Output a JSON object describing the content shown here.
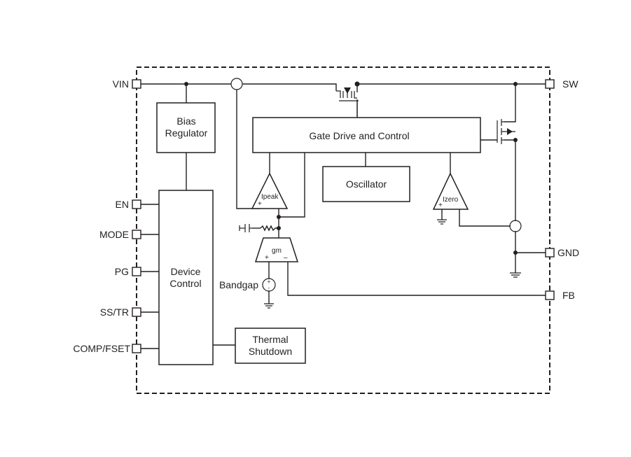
{
  "pins": {
    "vin": "VIN",
    "sw": "SW",
    "en": "EN",
    "mode": "MODE",
    "pg": "PG",
    "ss_tr": "SS/TR",
    "comp_fset": "COMP/FSET",
    "gnd": "GND",
    "fb": "FB"
  },
  "blocks": {
    "bias_regulator": [
      "Bias",
      "Regulator"
    ],
    "gate_drive": "Gate Drive and Control",
    "oscillator": "Oscillator",
    "device_control": [
      "Device",
      "Control"
    ],
    "thermal_shutdown": [
      "Thermal",
      "Shutdown"
    ]
  },
  "comparators": {
    "ipeak": "Ipeak",
    "izero": "Izero",
    "gm": "gm",
    "plus": "+",
    "minus": "–"
  },
  "bandgap": "Bandgap"
}
